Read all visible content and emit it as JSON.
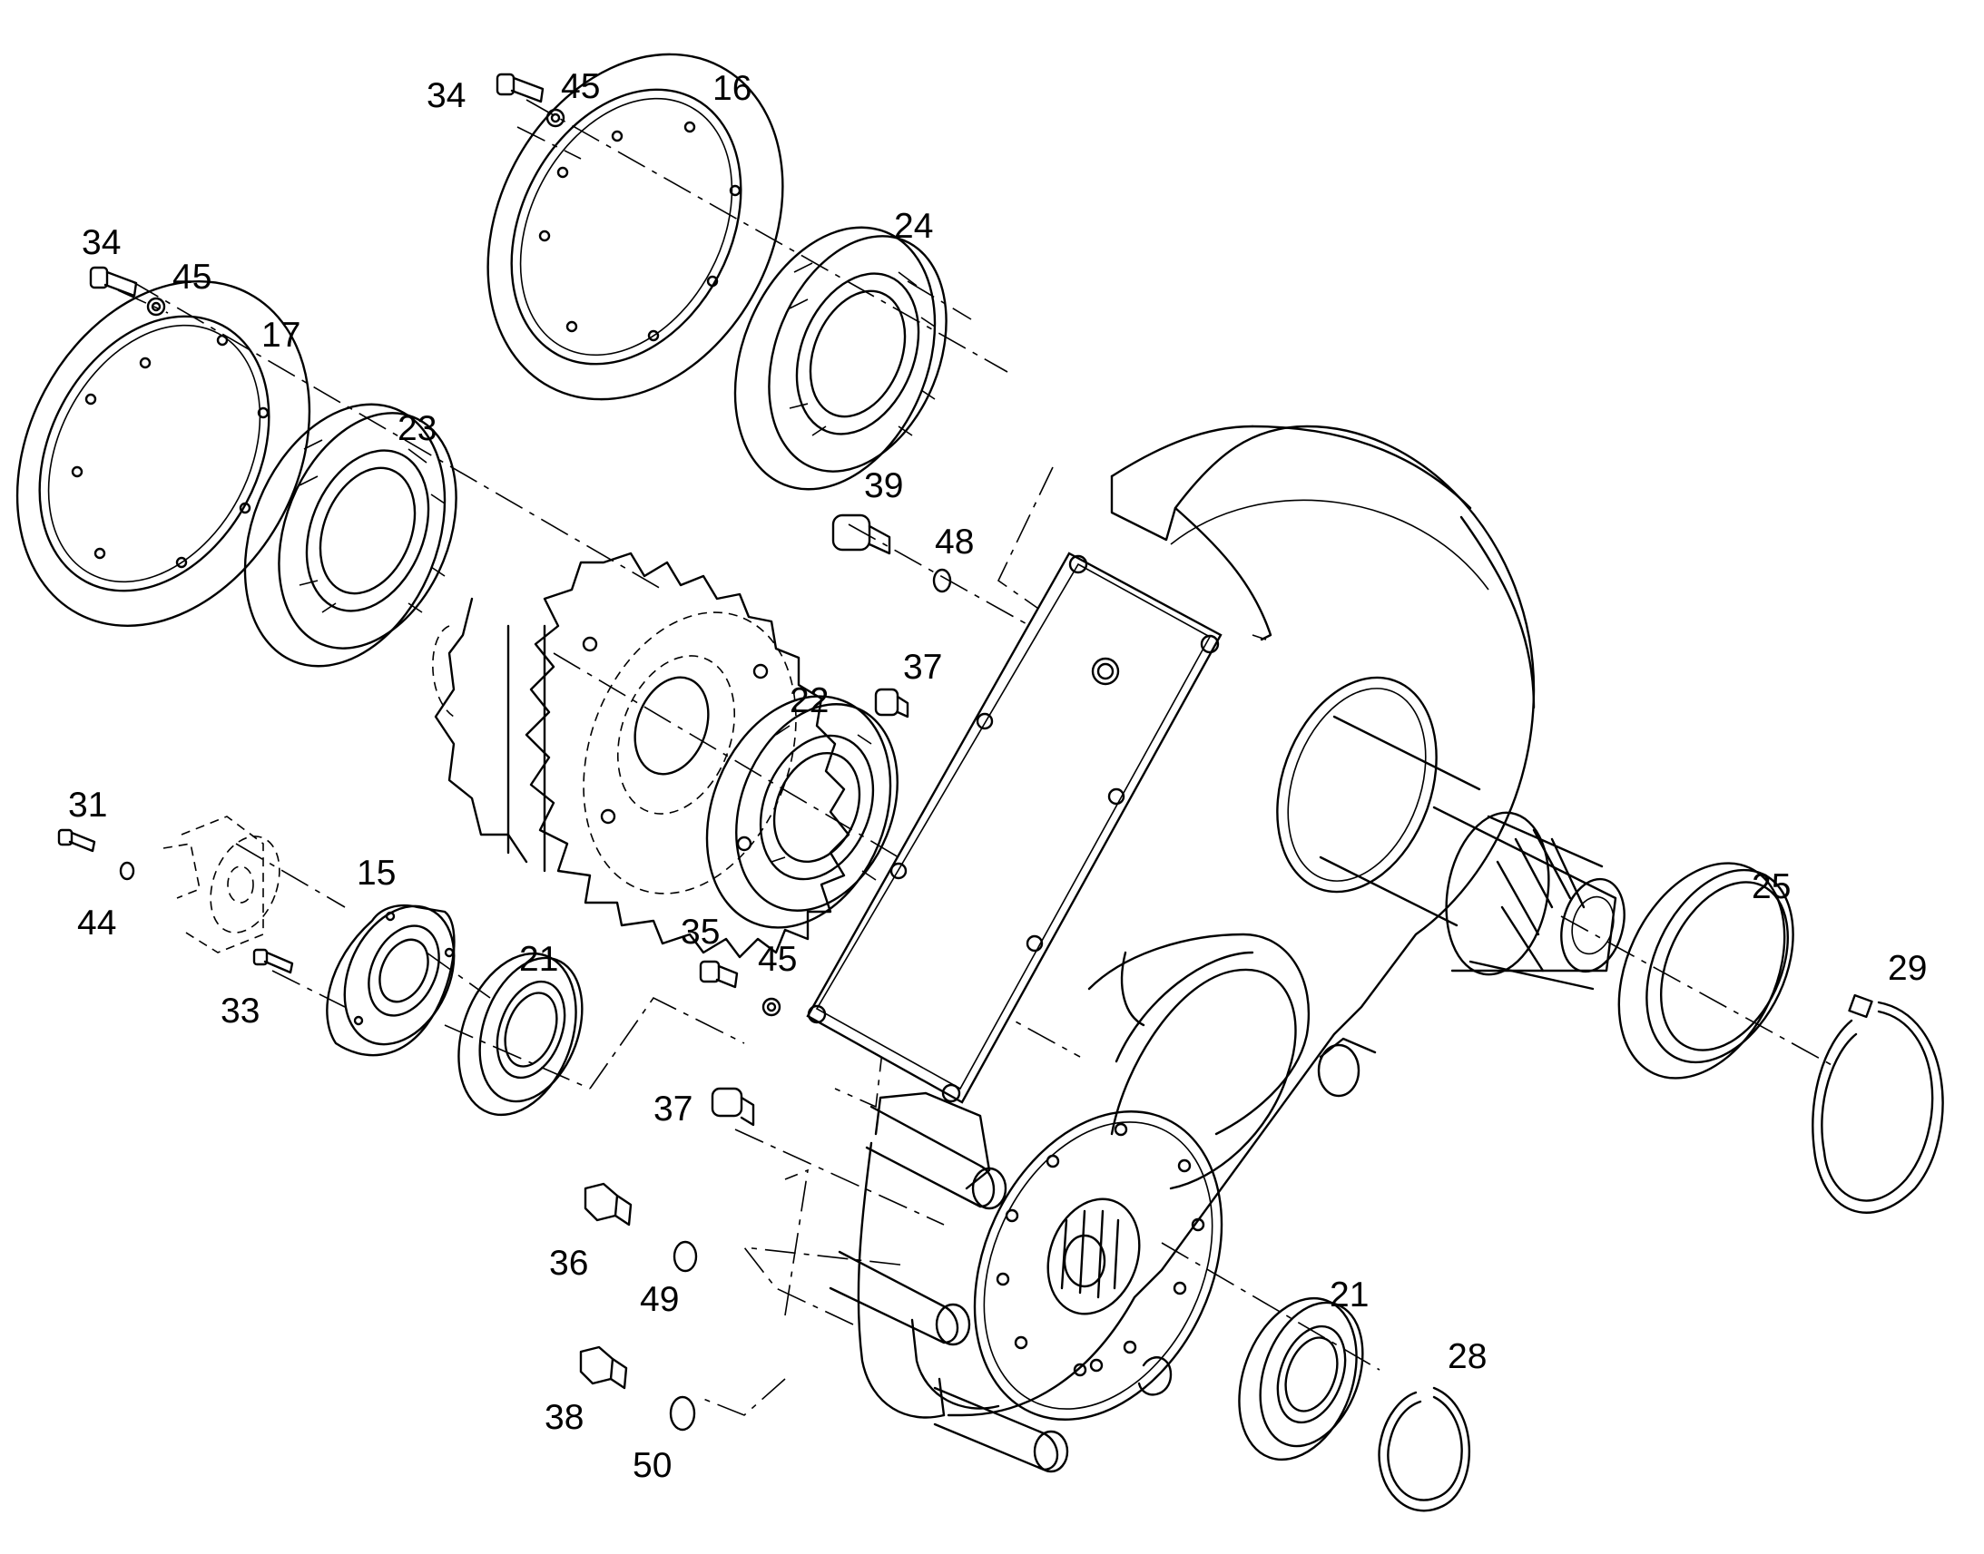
{
  "callouts": [
    {
      "id": "c-34a",
      "label": "34"
    },
    {
      "id": "c-45a",
      "label": "45"
    },
    {
      "id": "c-16",
      "label": "16"
    },
    {
      "id": "c-24",
      "label": "24"
    },
    {
      "id": "c-34b",
      "label": "34"
    },
    {
      "id": "c-45b",
      "label": "45"
    },
    {
      "id": "c-17",
      "label": "17"
    },
    {
      "id": "c-23",
      "label": "23"
    },
    {
      "id": "c-39",
      "label": "39"
    },
    {
      "id": "c-48",
      "label": "48"
    },
    {
      "id": "c-37a",
      "label": "37"
    },
    {
      "id": "c-22",
      "label": "22"
    },
    {
      "id": "c-31",
      "label": "31"
    },
    {
      "id": "c-44",
      "label": "44"
    },
    {
      "id": "c-15",
      "label": "15"
    },
    {
      "id": "c-33",
      "label": "33"
    },
    {
      "id": "c-21a",
      "label": "21"
    },
    {
      "id": "c-35",
      "label": "35"
    },
    {
      "id": "c-45c",
      "label": "45"
    },
    {
      "id": "c-25",
      "label": "25"
    },
    {
      "id": "c-29",
      "label": "29"
    },
    {
      "id": "c-37b",
      "label": "37"
    },
    {
      "id": "c-36",
      "label": "36"
    },
    {
      "id": "c-49",
      "label": "49"
    },
    {
      "id": "c-38",
      "label": "38"
    },
    {
      "id": "c-50",
      "label": "50"
    },
    {
      "id": "c-21b",
      "label": "21"
    },
    {
      "id": "c-28",
      "label": "28"
    }
  ]
}
